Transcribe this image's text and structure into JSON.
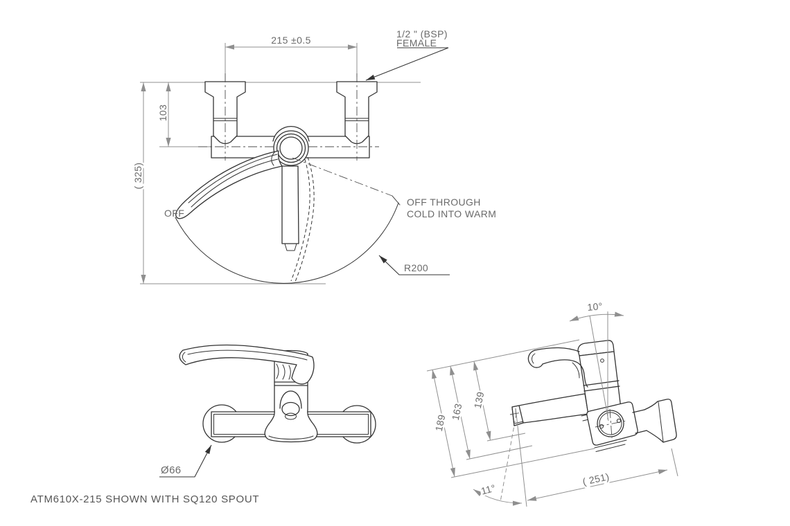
{
  "colors": {
    "background": "#ffffff",
    "drawing_line": "#333333",
    "dimension_line": "#8f8f8f",
    "centerline": "#4d4d4d",
    "text": "#6a6a6a"
  },
  "caption": "ATM610X-215 SHOWN WITH SQ120 SPOUT",
  "top_view": {
    "dim_inlet_spacing": "215 ±0.5",
    "inlet_thread_label_1": "1/2 \" (BSP)",
    "inlet_thread_label_2": "FEMALE",
    "dim_inlet_to_body": "103",
    "dim_overall_depth": "( 325)",
    "label_handle_off": "OFF",
    "label_handle_travel_1": "OFF THROUGH",
    "label_handle_travel_2": "COLD INTO WARM",
    "dim_handle_radius": "R200"
  },
  "front_view": {
    "dim_flange_diameter": "Ø66"
  },
  "side_view": {
    "dim_handle_tilt_angle": "10°",
    "dim_spout_drop": "139",
    "dim_outlet_drop": "163",
    "dim_overall_drop": "189",
    "dim_reach": "( 251)",
    "dim_spray_angle": "11°"
  }
}
